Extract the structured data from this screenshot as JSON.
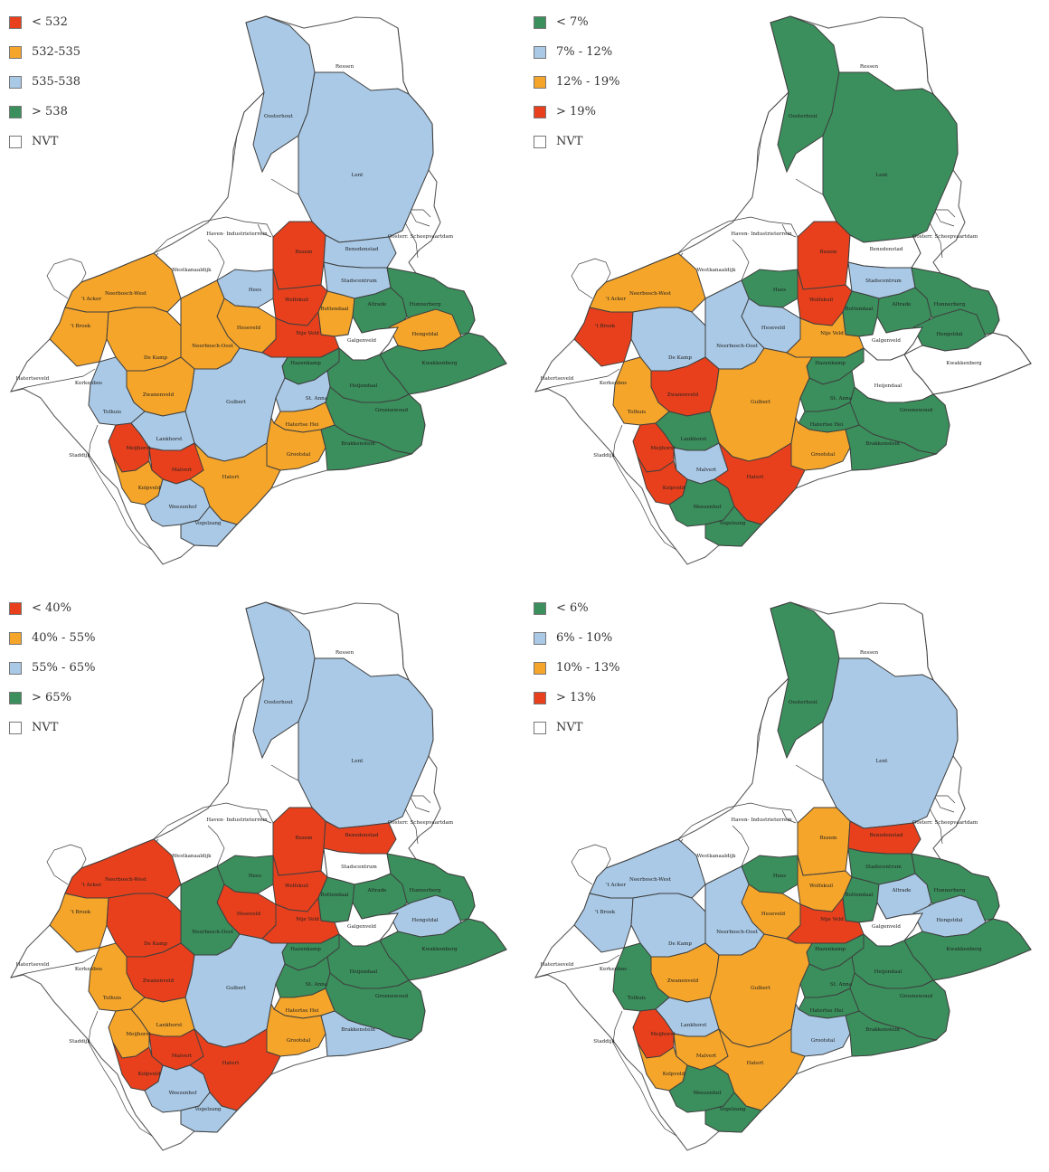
{
  "colors": {
    "red": "#e8401c",
    "orange": "#f5a52a",
    "blue": "#a9c9e6",
    "green": "#3a8f5c",
    "white": "#ffffff"
  },
  "panels": [
    {
      "legend": [
        {
          "color": "red",
          "label": "< 532"
        },
        {
          "color": "orange",
          "label": "532-535"
        },
        {
          "color": "blue",
          "label": "535-538"
        },
        {
          "color": "green",
          "label": "> 538"
        },
        {
          "color": "white",
          "label": "NVT"
        }
      ],
      "fills": {
        "hatert": "blue",
        "lent": "blue",
        "bezem": "red",
        "boeckenbergweg": "blue",
        "stadscentrum": "blue",
        "hees": "blue",
        "hengstdal": "blue",
        "wolfsk": "red",
        "nijvalid": "red",
        "dorpk": "orange",
        "heseveld": "orange",
        "altrade": "green",
        "hunnerberg": "green",
        "hengstdal2": "orange",
        "biezen": "red",
        "achter": "orange",
        "tbroek": "orange",
        "tkamp": "orange",
        "zwanen": "orange",
        "gatterts": "blue",
        "kwakkenberg": "green",
        "heijendaal": "green",
        "groenewoud": "green",
        "bottendaal": "orange",
        "hazenkamp": "green",
        "stanna": "blue",
        "brakkenstein": "green",
        "grootstal": "orange",
        "hatertpte": "orange",
        "tolhuis": "blue",
        "meijhorst": "red",
        "lankhorst": "blue",
        "malvert": "red",
        "kolpveld": "orange",
        "wonderkerk": "blue",
        "hateboom": "orange",
        "vogelzang": "blue"
      }
    },
    {
      "legend": [
        {
          "color": "green",
          "label": "< 7%"
        },
        {
          "color": "blue",
          "label": "7% - 12%"
        },
        {
          "color": "orange",
          "label": "12% - 19%"
        },
        {
          "color": "red",
          "label": "> 19%"
        },
        {
          "color": "white",
          "label": "NVT"
        }
      ],
      "fills": {
        "hatert": "green",
        "lent": "green",
        "bezem": "red",
        "boeckenbergweg": "white",
        "stadscentrum": "blue",
        "hees": "green",
        "hengstdal": "green",
        "wolfsk": "red",
        "nijvalid": "orange",
        "dorpk": "blue",
        "heseveld": "blue",
        "altrade": "green",
        "hunnerberg": "green",
        "hengstdal2": "green",
        "biezen": "red",
        "achter": "orange",
        "tbroek": "red",
        "tkamp": "blue",
        "zwanen": "red",
        "gatterts": "orange",
        "kwakkenberg": "white",
        "heijendaal": "white",
        "groenewoud": "green",
        "bottendaal": "green",
        "hazenkamp": "green",
        "stanna": "green",
        "brakkenstein": "green",
        "grootstal": "orange",
        "hatertpte": "green",
        "tolhuis": "orange",
        "meijhorst": "red",
        "lankhorst": "green",
        "malvert": "blue",
        "kolpveld": "red",
        "wonderkerk": "green",
        "hateboom": "red",
        "vogelzang": "green"
      }
    },
    {
      "legend": [
        {
          "color": "red",
          "label": "< 40%"
        },
        {
          "color": "orange",
          "label": "40% - 55%"
        },
        {
          "color": "blue",
          "label": "55% - 65%"
        },
        {
          "color": "green",
          "label": "> 65%"
        },
        {
          "color": "white",
          "label": "NVT"
        }
      ],
      "fills": {
        "hatert": "blue",
        "lent": "blue",
        "bezem": "red",
        "boeckenbergweg": "red",
        "stadscentrum": "white",
        "hees": "green",
        "hengstdal": "blue",
        "wolfsk": "red",
        "nijvalid": "red",
        "dorpk": "green",
        "heseveld": "red",
        "altrade": "green",
        "hunnerberg": "green",
        "hengstdal2": "blue",
        "biezen": "orange",
        "achter": "red",
        "tbroek": "orange",
        "tkamp": "red",
        "zwanen": "red",
        "gatterts": "blue",
        "kwakkenberg": "green",
        "heijendaal": "green",
        "groenewoud": "green",
        "bottendaal": "green",
        "hazenkamp": "green",
        "stanna": "green",
        "brakkenstein": "blue",
        "grootstal": "orange",
        "hatertpte": "orange",
        "tolhuis": "orange",
        "meijhorst": "orange",
        "lankhorst": "orange",
        "malvert": "red",
        "kolpveld": "red",
        "wonderkerk": "blue",
        "hateboom": "red",
        "vogelzang": "blue"
      }
    },
    {
      "legend": [
        {
          "color": "green",
          "label": "< 6%"
        },
        {
          "color": "blue",
          "label": "6% - 10%"
        },
        {
          "color": "orange",
          "label": "10% - 13%"
        },
        {
          "color": "red",
          "label": "> 13%"
        },
        {
          "color": "white",
          "label": "NVT"
        }
      ],
      "fills": {
        "hatert": "green",
        "lent": "blue",
        "bezem": "orange",
        "boeckenbergweg": "red",
        "stadscentrum": "green",
        "hees": "green",
        "hengstdal": "green",
        "wolfsk": "orange",
        "nijvalid": "red",
        "dorpk": "blue",
        "heseveld": "orange",
        "altrade": "blue",
        "hunnerberg": "green",
        "hengstdal2": "blue",
        "biezen": "orange",
        "achter": "blue",
        "tbroek": "blue",
        "tkamp": "blue",
        "zwanen": "orange",
        "gatterts": "orange",
        "kwakkenberg": "green",
        "heijendaal": "green",
        "groenewoud": "green",
        "bottendaal": "green",
        "hazenkamp": "green",
        "stanna": "green",
        "brakkenstein": "green",
        "grootstal": "blue",
        "hatertpte": "green",
        "tolhuis": "green",
        "meijhorst": "red",
        "lankhorst": "blue",
        "malvert": "orange",
        "kolpveld": "orange",
        "wonderkerk": "green",
        "hateboom": "orange",
        "vogelzang": "green"
      }
    }
  ],
  "labels": [
    {
      "key": "ressen",
      "text": "Ressen"
    },
    {
      "key": "hatert",
      "text": "Oosterhout"
    },
    {
      "key": "lent",
      "text": "Lent"
    },
    {
      "key": "haven",
      "text": "Haven- Industrieterrein"
    },
    {
      "key": "scheepvaart",
      "text": "Oosterr. Scheepvaartdam"
    },
    {
      "key": "bezem",
      "text": "Bezem"
    },
    {
      "key": "boeckenbergweg",
      "text": "Benedenstad"
    },
    {
      "key": "stadscentrum",
      "text": "Stadscentrum"
    },
    {
      "key": "waalkanaal",
      "text": "Westkanaaldijk"
    },
    {
      "key": "neerbosch",
      "text": "Neerbosch-West"
    },
    {
      "key": "hees",
      "text": "Hees"
    },
    {
      "key": "wolfsk",
      "text": "Wolfskuil"
    },
    {
      "key": "bottendaal",
      "text": "Bottendaal"
    },
    {
      "key": "altrade",
      "text": "Altrade"
    },
    {
      "key": "hunnerberg",
      "text": "Hunnerberg"
    },
    {
      "key": "achter",
      "text": "'t Acker"
    },
    {
      "key": "heseveld",
      "text": "Heseveld"
    },
    {
      "key": "dorpk",
      "text": "Neerbosch-Oost"
    },
    {
      "key": "nijvalid",
      "text": "Nije Veld"
    },
    {
      "key": "calgeveld",
      "text": "Galgenveld"
    },
    {
      "key": "hengstdal2",
      "text": "Hengstdal"
    },
    {
      "key": "tbroek",
      "text": "'t Broek"
    },
    {
      "key": "tkamp",
      "text": "De Kamp"
    },
    {
      "key": "kwakkenberg",
      "text": "Kwakkenberg"
    },
    {
      "key": "hazenkamp",
      "text": "Hazenkamp"
    },
    {
      "key": "ubbergen",
      "text": "Hatertseveld"
    },
    {
      "key": "kerkenbos",
      "text": "Kerkenbos"
    },
    {
      "key": "heijendaal",
      "text": "Heijendaal"
    },
    {
      "key": "zwanen",
      "text": "Zwanenveld"
    },
    {
      "key": "gatterts",
      "text": "Gulbert"
    },
    {
      "key": "stanna",
      "text": "St. Anna"
    },
    {
      "key": "groenewoud",
      "text": "Groenewoud"
    },
    {
      "key": "tolhuis",
      "text": "Tolhuis"
    },
    {
      "key": "hatertpte",
      "text": "Hatertse Hei"
    },
    {
      "key": "lankhorst",
      "text": "Lankhorst"
    },
    {
      "key": "stadsdijk",
      "text": "Staddijk"
    },
    {
      "key": "meijhorst",
      "text": "Meijhorst"
    },
    {
      "key": "grootstal",
      "text": "Grootstal"
    },
    {
      "key": "brakkenstein",
      "text": "Brakkenstein"
    },
    {
      "key": "malvert",
      "text": "Malvert"
    },
    {
      "key": "hateboom",
      "text": "Hatert"
    },
    {
      "key": "kolpveld",
      "text": "Kolpveld"
    },
    {
      "key": "wonderkerk",
      "text": "Weezenhof"
    },
    {
      "key": "vogelzang",
      "text": "Vogelzang"
    }
  ]
}
